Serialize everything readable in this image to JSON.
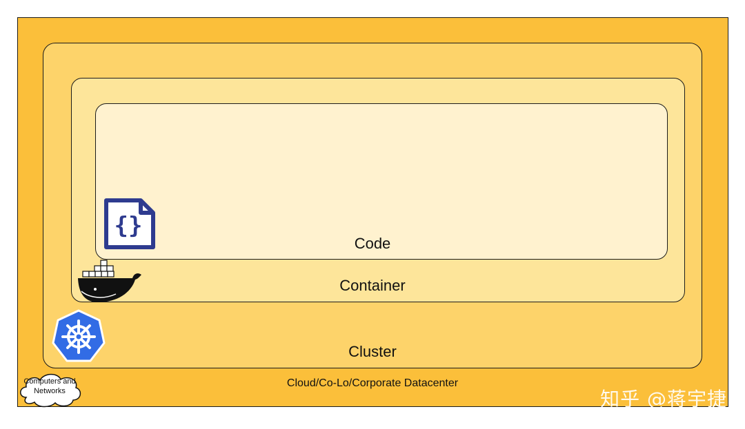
{
  "layers": {
    "datacenter_label": "Cloud/Co-Lo/Corporate Datacenter",
    "cluster_label": "Cluster",
    "container_label": "Container",
    "code_label": "Code"
  },
  "cloud": {
    "label": "Computers and Networks"
  },
  "watermark": "知乎 @蒋宇捷",
  "icons": [
    "code-file-icon",
    "docker-whale-icon",
    "kubernetes-icon",
    "cloud-icon"
  ],
  "colors": {
    "datacenter": "#fbbf3a",
    "cluster": "#fdd36a",
    "container": "#fde59a",
    "code": "#fff2cf",
    "code_icon": "#2e3b8f",
    "kubernetes": "#326ce5",
    "docker_whale": "#111111"
  }
}
